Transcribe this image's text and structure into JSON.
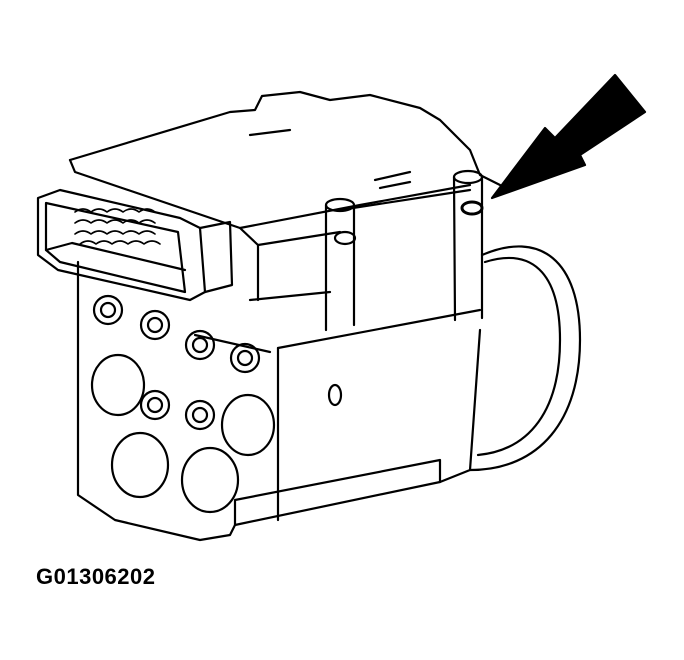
{
  "figure": {
    "caption_id": "G01306202",
    "subject": "ABS hydraulic modulator / electronic control unit assembly",
    "callouts": [
      {
        "type": "arrow",
        "target": "retaining-screw",
        "direction": "pointing down-left"
      }
    ],
    "colors": {
      "line": "#000000",
      "background": "#ffffff"
    }
  }
}
